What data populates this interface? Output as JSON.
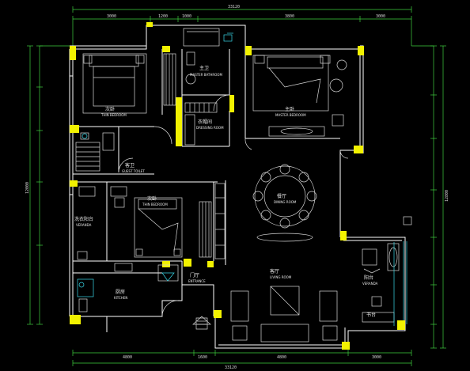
{
  "plan": {
    "colors": {
      "background": "#000000",
      "walls": "#ffffff",
      "dimensions": "#3ecf3e",
      "columns": "#f2f200",
      "glass": "#38d8e8",
      "furniture": "#d9d9d9"
    },
    "dimensions": {
      "top_total": "33120",
      "top_segments": [
        "3000",
        "1200",
        "1000",
        "3800",
        "3000"
      ],
      "bottom_total": "33120",
      "bottom_segments": [
        "4800",
        "1600",
        "4800",
        "3000"
      ],
      "left_total": "12000",
      "right_total": "12800"
    },
    "rooms": [
      {
        "cn": "次卧",
        "en": "THIN BEDROOM"
      },
      {
        "cn": "主卫",
        "en": "MASTER BATHROOM"
      },
      {
        "cn": "主卧",
        "en": "MASTER BEDROOM"
      },
      {
        "cn": "衣帽间",
        "en": "DRESSING ROOM"
      },
      {
        "cn": "客卫",
        "en": "GUEST TOILET"
      },
      {
        "cn": "次卧",
        "en": "THIN BEDROOM"
      },
      {
        "cn": "餐厅",
        "en": "DINING ROOM"
      },
      {
        "cn": "洗衣阳台",
        "en": "VERANDA"
      },
      {
        "cn": "客厅",
        "en": "LIVING ROOM"
      },
      {
        "cn": "厨房",
        "en": "KITCHEN"
      },
      {
        "cn": "阳台",
        "en": "VERANDA"
      },
      {
        "cn": "门厅",
        "en": "ENTRANCE"
      },
      {
        "cn": "书台",
        "en": ""
      }
    ]
  }
}
